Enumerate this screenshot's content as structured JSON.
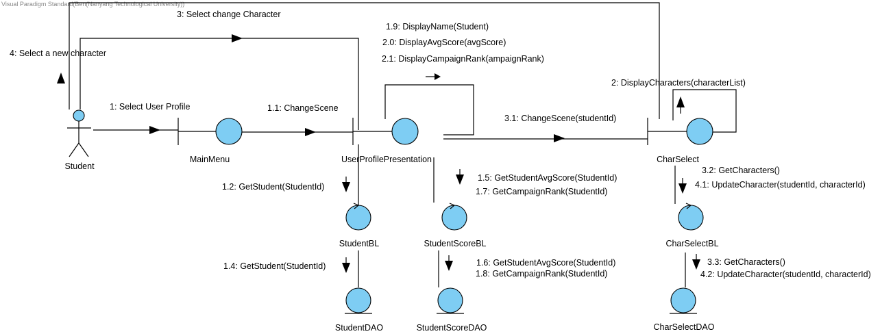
{
  "watermark": "Visual Paradigm Standard(Ben(Nanyang Technological University))",
  "colors": {
    "object_fill": "#7ecdf3",
    "stroke": "#000000"
  },
  "actors": {
    "student": "Student"
  },
  "objects": {
    "main_menu": "MainMenu",
    "user_profile_presentation": "UserProfilePresentation",
    "char_select": "CharSelect",
    "student_bl": "StudentBL",
    "student_score_bl": "StudentScoreBL",
    "char_select_bl": "CharSelectBL",
    "student_dao": "StudentDAO",
    "student_score_dao": "StudentScoreDAO",
    "char_select_dao": "CharSelectDAO"
  },
  "messages": {
    "m1": "1: Select User Profile",
    "m1_1": "1.1: ChangeScene",
    "m1_2": "1.2: GetStudent(StudentId)",
    "m1_4": "1.4: GetStudent(StudentId)",
    "m1_5": "1.5: GetStudentAvgScore(StudentId)",
    "m1_7": "1.7: GetCampaignRank(StudentId)",
    "m1_6": "1.6: GetStudentAvgScore(StudentId)",
    "m1_8": "1.8: GetCampaignRank(StudentId)",
    "m1_9": "1.9: DisplayName(Student)",
    "m2_0": "2.0: DisplayAvgScore(avgScore)",
    "m2_1": "2.1: DisplayCampaignRank(ampaignRank)",
    "m2": "2: DisplayCharacters(characterList)",
    "m3": "3: Select change Character",
    "m3_1": "3.1: ChangeScene(studentId)",
    "m3_2": "3.2: GetCharacters()",
    "m4_1": "4.1: UpdateCharacter(studentId, characterId)",
    "m3_3": "3.3: GetCharacters()",
    "m4_2": "4.2: UpdateCharacter(studentId, characterId)",
    "m4": "4: Select a new character"
  }
}
